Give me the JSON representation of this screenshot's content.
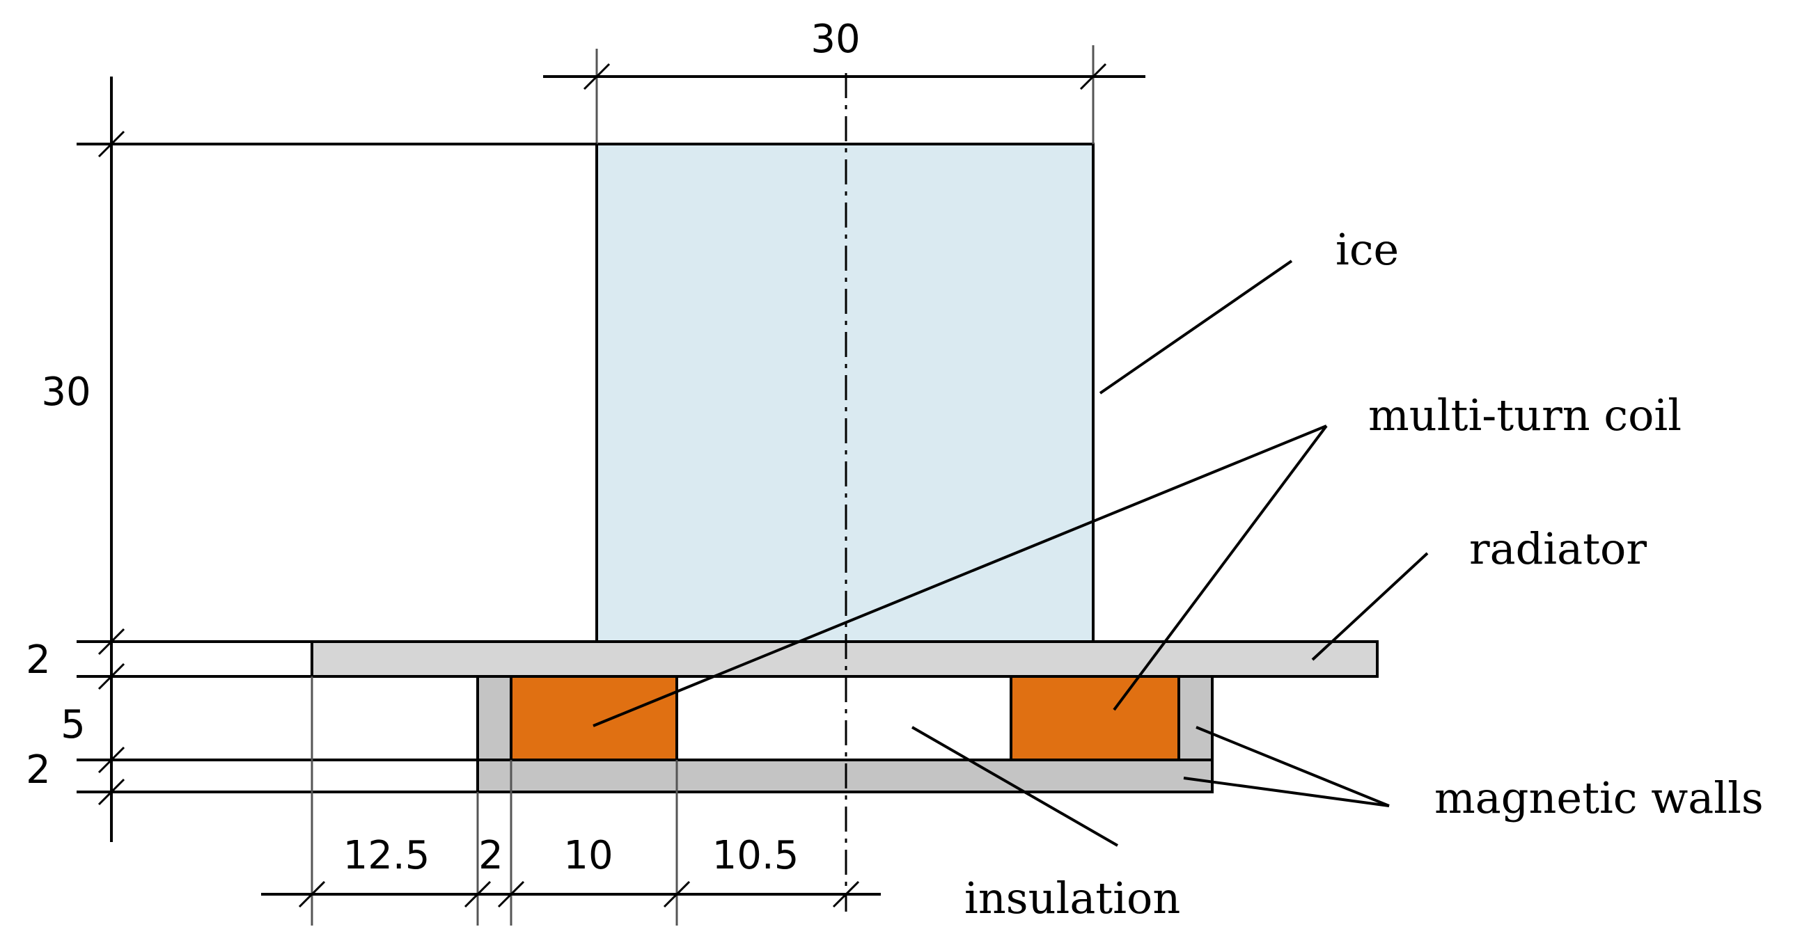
{
  "colors": {
    "ice": "#DAEAF1",
    "radiator": "#D6D6D6",
    "magnetic_wall": "#C4C4C4",
    "coil": "#E07012",
    "line": "#000000"
  },
  "dimensions": {
    "ice_width": "30",
    "ice_height": "30",
    "radiator_thickness": "2",
    "coil_height": "5",
    "bottom_wall_thickness": "2",
    "left_offset": "12.5",
    "side_wall": "2",
    "coil_width": "10",
    "inner_gap": "10.5"
  },
  "labels": {
    "ice": "ice",
    "coil": "multi-turn coil",
    "radiator": "radiator",
    "magnetic_walls": "magnetic walls",
    "insulation": "insulation"
  }
}
